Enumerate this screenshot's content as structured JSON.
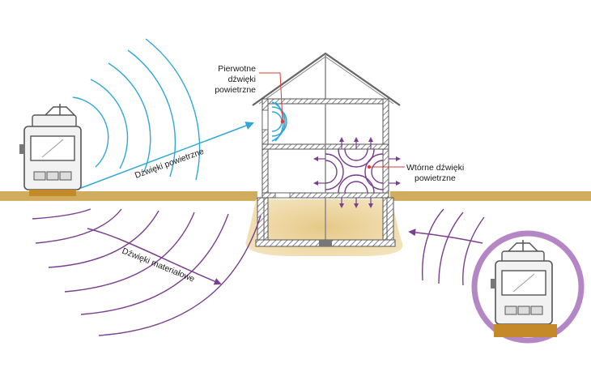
{
  "labels": {
    "primary_airborne": [
      "Pierwotne",
      "dźwięki",
      "powietrzne"
    ],
    "airborne": "Dźwięki powietrzne",
    "secondary_airborne": [
      "Wtórne dźwięki",
      "powietrzne"
    ],
    "structure_borne": "Dźwięki materiałowe"
  },
  "colors": {
    "airborne_waves": "#2fa8d8",
    "structure_waves": "#7b3f8f",
    "pointer_red": "#e03a3a",
    "ground": "#c9a24a",
    "inset_ring": "#b586c6"
  }
}
